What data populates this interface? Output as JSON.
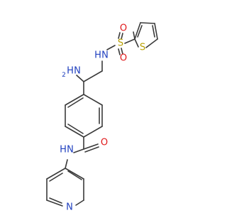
{
  "molecule": {
    "atoms": {
      "amine_N": {
        "text": "N",
        "h": "H",
        "h_count": "2"
      },
      "sulfonamide_N": {
        "text": "N",
        "h": "H"
      },
      "sulfonyl_S": {
        "text": "S"
      },
      "sulfonyl_O_top": {
        "text": "O"
      },
      "sulfonyl_O_bottom": {
        "text": "O"
      },
      "thiophene_S": {
        "text": "S"
      },
      "carbonyl_O": {
        "text": "O"
      },
      "amide_N": {
        "text": "N",
        "h": "H"
      },
      "pyridine_N": {
        "text": "N"
      }
    },
    "colors": {
      "bond": "#3a3a3a",
      "carbon": "#3a3a3a",
      "nitrogen": "#1f3fbf",
      "oxygen": "#e0191b",
      "sulfur": "#b8a000"
    }
  }
}
